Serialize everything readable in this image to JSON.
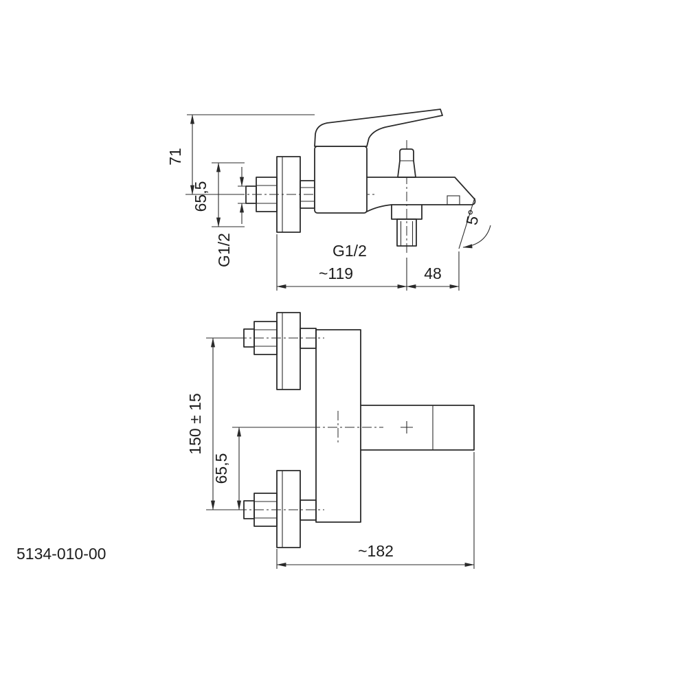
{
  "page": {
    "background": "#ffffff",
    "ink": "#2a2a2a"
  },
  "drawing": {
    "product_code": "5134-010-00",
    "side_view": {
      "dim_height_top": "71",
      "dim_height_mid": "65,5",
      "wall_thread_label": "G1/2",
      "outlet_thread_label": "G1/2",
      "dim_depth_to_outlet": "~119",
      "dim_outlet_to_tip": "48",
      "spout_angle": "5°"
    },
    "front_view": {
      "dim_connection_spacing": "150 ± 15",
      "dim_center_to_bottom": "65,5",
      "dim_overall_width": "~182"
    }
  }
}
